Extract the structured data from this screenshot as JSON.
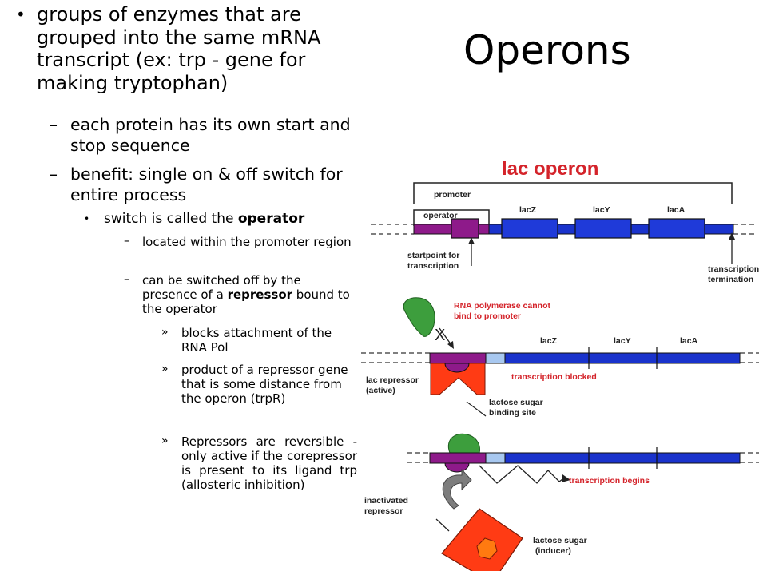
{
  "slide": {
    "title": "Operons",
    "bullets": [
      {
        "text": "groups of enzymes that are grouped into the same mRNA transcript (ex: trp - gene for making tryptophan)"
      },
      {
        "text": "each protein has its own start and stop sequence"
      },
      {
        "text": "benefit: single on & off switch for entire process"
      },
      {
        "prefix": "switch is called the ",
        "bold": "operator",
        "suffix": ""
      },
      {
        "text": "located within the promoter region"
      },
      {
        "prefix": "can be switched off by the presence of a ",
        "bold": "repressor",
        "suffix": " bound to the operator"
      },
      {
        "text": "blocks attachment of the RNA Pol"
      },
      {
        "text": "product of a repressor gene that is some distance from the operon (trpR)"
      },
      {
        "text": "Repressors are reversible - only active if the corepressor is present to its ligand trp (allosteric inhibition)"
      }
    ]
  },
  "diagram": {
    "title": "lac operon",
    "labels": {
      "promoter": "promoter",
      "operator": "operator",
      "lacZ": "lacZ",
      "lacY": "lacY",
      "lacA": "lacA",
      "startpoint": [
        "startpoint for",
        "transcription"
      ],
      "termination": [
        "transcription",
        "termination"
      ],
      "rna_pol_cannot": [
        "RNA polymerase cannot",
        "bind to promoter"
      ],
      "blocked_x": "X",
      "transcription_blocked": "transcription blocked",
      "lac_repressor": [
        "lac repressor",
        "(active)"
      ],
      "binding_site": [
        "lactose sugar",
        "binding site"
      ],
      "transcription_begins": "transcription begins",
      "inactivated_repressor": [
        "inactivated",
        "repressor"
      ],
      "inducer": [
        "lactose sugar",
        "(inducer)"
      ]
    },
    "colors": {
      "dna": "#1a33cc",
      "gene_box": "#1f3ad9",
      "operator": "#8e1a8a",
      "promoter_light": "#a8c8f0",
      "rna_polymerase": "#3d9e3d",
      "repressor": "#ff3b14",
      "inducer": "#ff7a10",
      "red_text": "#d4232a",
      "curved_arrow": "#7d7d7d"
    }
  }
}
